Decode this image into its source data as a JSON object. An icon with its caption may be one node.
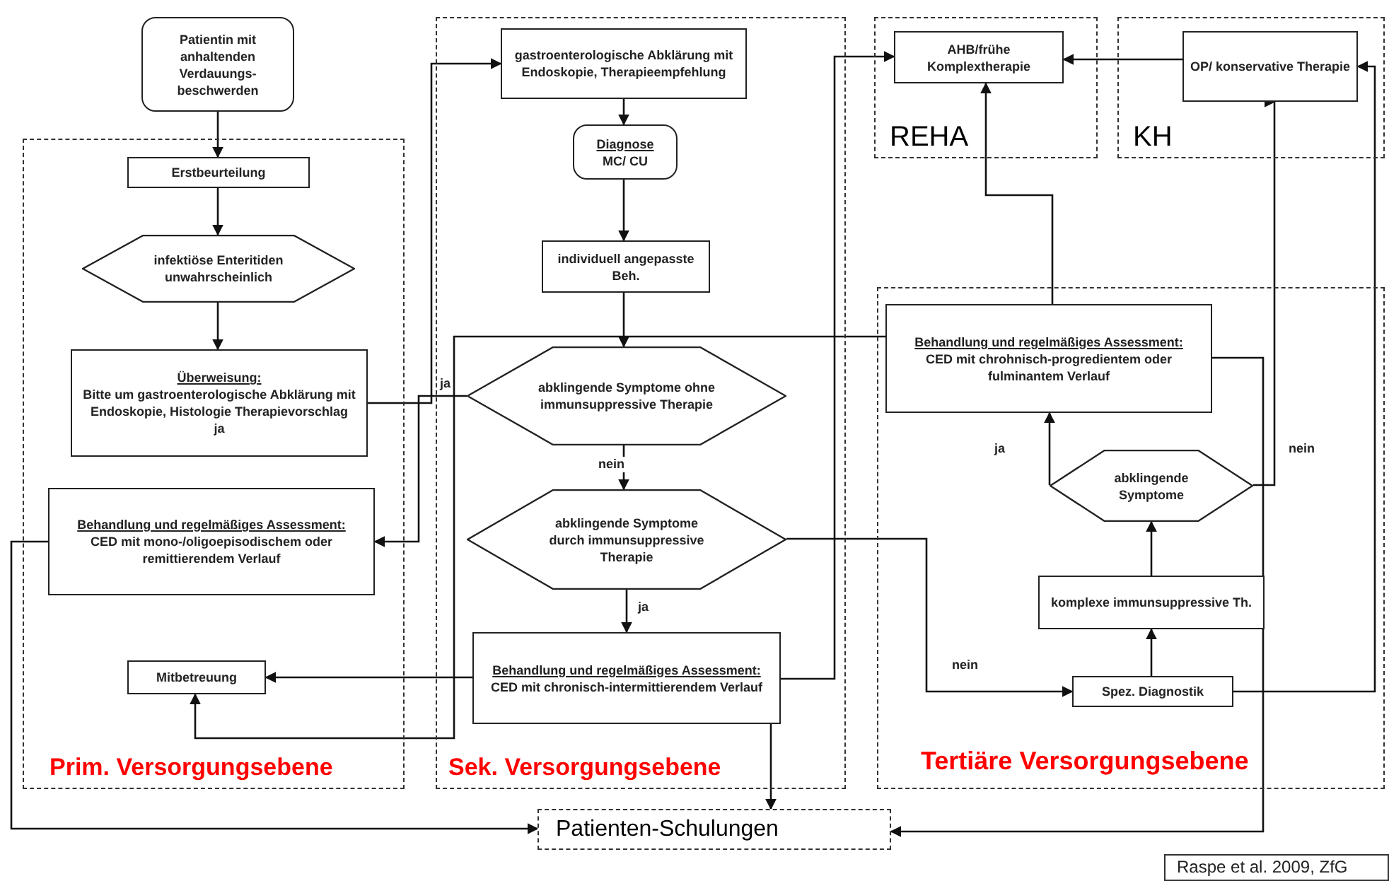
{
  "diagram": {
    "nodes": [
      {
        "text": [
          "Prim. Versorgungsebene"
        ]
      },
      {
        "text": [
          "Sek. Versorgungsebene"
        ]
      },
      {
        "text": [
          "REHA"
        ]
      },
      {
        "text": [
          "KH"
        ]
      },
      {
        "text": [
          "Tertiäre Versorgungsebene"
        ]
      },
      {
        "text": [
          "Patienten-Schulungen"
        ]
      },
      {
        "text": [
          "Patientin mit anhaltenden Verdauungs- beschwerden"
        ]
      },
      {
        "text": [
          "Erstbeurteilung"
        ],
        "in": 0
      },
      {
        "text": [
          "infektiöse Enteritiden unwahrscheinlich"
        ],
        "in": 0
      },
      {
        "text": [
          "Überweisung:",
          "Bitte um gastroenterologische Abklärung mit Endoskopie, Histologie Therapievorschlag",
          "ja"
        ],
        "in": 0
      },
      {
        "text": [
          "Behandlung und regelmäßiges Assessment:",
          "CED mit mono-/oligoepisodischem oder remittierendem Verlauf"
        ],
        "in": 0
      },
      {
        "text": [
          "Mitbetreuung"
        ],
        "in": 0
      },
      {
        "text": [
          "gastroenterologische Abklärung mit Endoskopie, Therapieempfehlung"
        ],
        "in": 1
      },
      {
        "text": [
          "Diagnose",
          "MC/ CU"
        ],
        "in": 1
      },
      {
        "text": [
          "individuell angepasste Beh."
        ],
        "in": 1
      },
      {
        "text": [
          "abklingende Symptome ohne immunsuppressive Therapie"
        ],
        "in": 1
      },
      {
        "text": [
          "abklingende Symptome durch immunsuppressive Therapie"
        ],
        "in": 1
      },
      {
        "text": [
          "Behandlung und regelmäßiges Assessment:",
          "CED mit chronisch-intermittierendem Verlauf"
        ],
        "in": 1
      },
      {
        "text": [
          "AHB/frühe Komplextherapie"
        ],
        "in": 2
      },
      {
        "text": [
          "OP/ konservative Therapie"
        ],
        "in": 3
      },
      {
        "text": [
          "Behandlung und regelmäßiges Assessment:",
          "CED mit chrohnisch-progredientem oder fulminantem Verlauf"
        ],
        "in": 4
      },
      {
        "text": [
          "abklingende Symptome"
        ],
        "in": 4
      },
      {
        "text": [
          "komplexe immunsuppressive Th."
        ],
        "in": 4
      },
      {
        "text": [
          "Spez. Diagnostik"
        ],
        "in": 4
      }
    ],
    "edges": [
      {
        "from": 6,
        "to": 7,
        "arrow": "to"
      },
      {
        "from": 7,
        "to": 8,
        "arrow": "to"
      },
      {
        "from": 8,
        "to": 9,
        "arrow": "to"
      },
      {
        "from": 9,
        "to": 12,
        "arrow": "to"
      },
      {
        "from": 12,
        "to": 13,
        "arrow": "to"
      },
      {
        "from": 13,
        "to": 14,
        "arrow": "to"
      },
      {
        "from": 14,
        "to": 15,
        "arrow": "to"
      },
      {
        "from": 15,
        "to": 16,
        "arrow": "to",
        "label": "nein"
      },
      {
        "from": 16,
        "to": 17,
        "arrow": "to",
        "label": "ja"
      },
      {
        "from": 15,
        "to": 10,
        "arrow": "to",
        "label": "ja"
      },
      {
        "from": 16,
        "to": 23,
        "arrow": "to",
        "label": "nein"
      },
      {
        "from": 20,
        "to": 11,
        "arrow": "to"
      },
      {
        "from": 17,
        "to": 11,
        "arrow": "to"
      },
      {
        "from": 17,
        "to": 18,
        "arrow": "to"
      },
      {
        "from": 17,
        "to": 5,
        "arrow": "to"
      },
      {
        "from": 10,
        "to": 5,
        "arrow": "to"
      },
      {
        "from": 20,
        "to": 18,
        "arrow": "to"
      },
      {
        "from": 19,
        "to": 18,
        "arrow": "to"
      },
      {
        "from": 20,
        "to": 5,
        "arrow": "to"
      },
      {
        "from": 21,
        "to": 20,
        "arrow": "to",
        "label": "ja"
      },
      {
        "from": 21,
        "to": 19,
        "arrow": "to",
        "label": "nein"
      },
      {
        "from": 22,
        "to": 21,
        "arrow": "to"
      },
      {
        "from": 23,
        "to": 22,
        "arrow": "to"
      },
      {
        "from": 23,
        "to": 19,
        "arrow": "to"
      }
    ],
    "labels": [
      "Raspe et al. 2009, ZfG"
    ]
  }
}
